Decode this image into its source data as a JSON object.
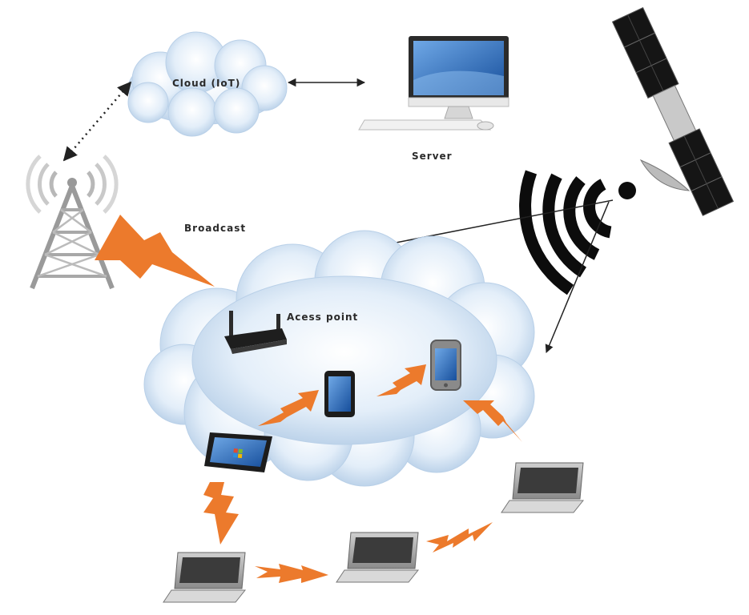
{
  "labels": {
    "cloud": "Cloud (IoT)",
    "server": "Server",
    "broadcast": "Broadcast",
    "access_point": "Acess point"
  },
  "colors": {
    "accent_arrow": "#ec7a2c",
    "cloud_fill": "#dbe9f6",
    "cloud_shadow": "#a9c4e0",
    "device_dark": "#2b2b2b",
    "screen_blue": "#1f66c0"
  },
  "icons": [
    "cloud-icon",
    "server-computer-icon",
    "satellite-icon",
    "wifi-signal-icon",
    "broadcast-tower-icon",
    "router-icon",
    "smartphone-icon",
    "tablet-icon",
    "windows-tablet-icon",
    "laptop-icon"
  ]
}
